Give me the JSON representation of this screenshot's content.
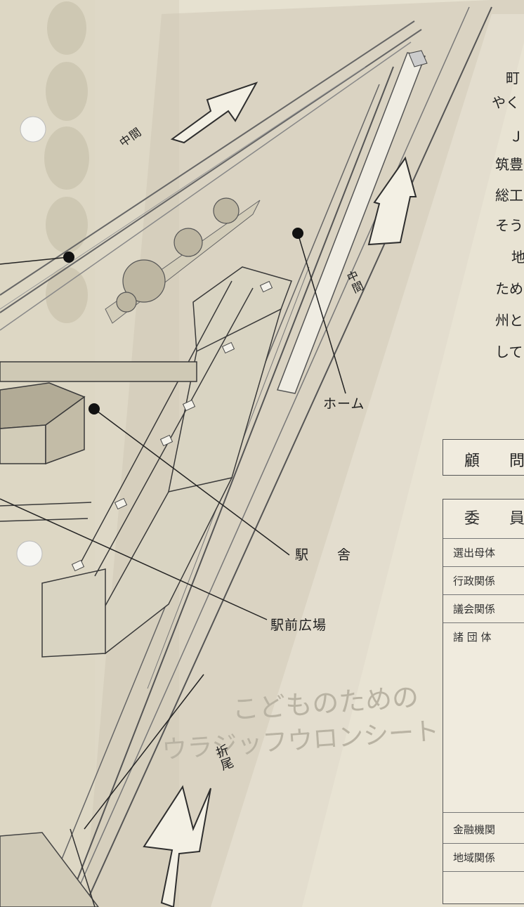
{
  "labels": {
    "naka_upper": "中間",
    "naka_right": "中間",
    "orio": "折尾",
    "home": "ホーム",
    "ekisha": "駅　　舎",
    "ekimae": "駅前広場"
  },
  "article_lines": [
    "町",
    "やく",
    "Ｊ",
    "筑豊",
    "総工",
    "そう",
    "地",
    "ため",
    "州と",
    "して"
  ],
  "table1": {
    "header": "顧　問"
  },
  "table2": {
    "header": "委　員",
    "rows": [
      "選出母体",
      "行政関係",
      "議会関係",
      "諸 団 体",
      "金融機関",
      "地域関係"
    ]
  },
  "background_text": {
    "headline": "こどものための",
    "subheadline": "ウラジッフウロンシート"
  }
}
